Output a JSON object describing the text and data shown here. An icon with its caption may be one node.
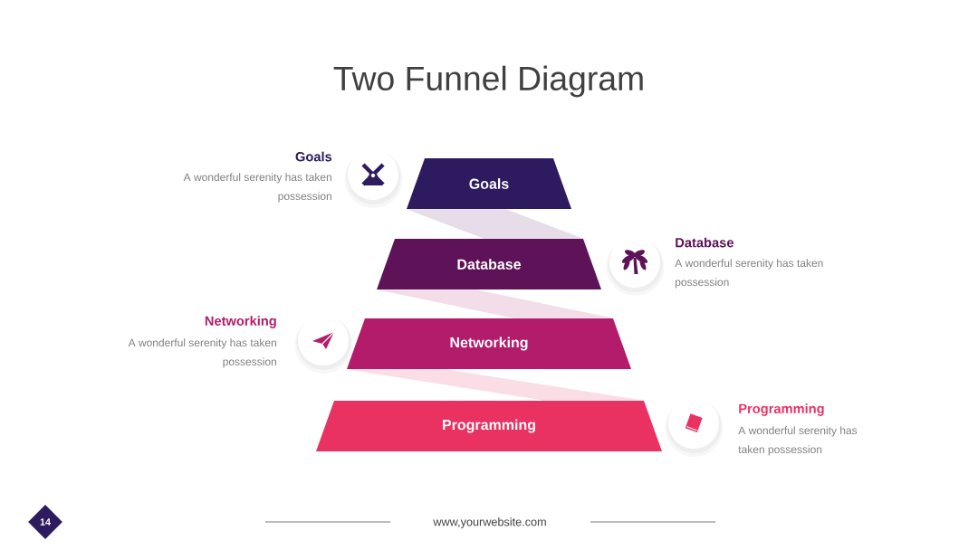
{
  "diagram": {
    "title": "Two Funnel Diagram",
    "nodes": [
      {
        "text": [
          "Goals"
        ],
        "beside": [
          "Goals",
          "A wonderful serenity has taken possession"
        ]
      },
      {
        "text": [
          "Database"
        ],
        "beside": [
          "Database",
          "A wonderful serenity has taken possession"
        ]
      },
      {
        "text": [
          "Networking"
        ],
        "beside": [
          "Networking",
          "A wonderful serenity has taken possession"
        ]
      },
      {
        "text": [
          "Programming"
        ],
        "beside": [
          "Programming",
          "A wonderful serenity has taken possession"
        ]
      }
    ],
    "edges": [
      {
        "from": 0,
        "to": 1,
        "arrow": "none",
        "color": "#e7dde9"
      },
      {
        "from": 1,
        "to": 2,
        "arrow": "none",
        "color": "#f3dde9"
      },
      {
        "from": 2,
        "to": 3,
        "arrow": "none",
        "color": "#fbdde6"
      }
    ],
    "labels": [
      "14",
      "www,yourwebsite.com"
    ]
  }
}
